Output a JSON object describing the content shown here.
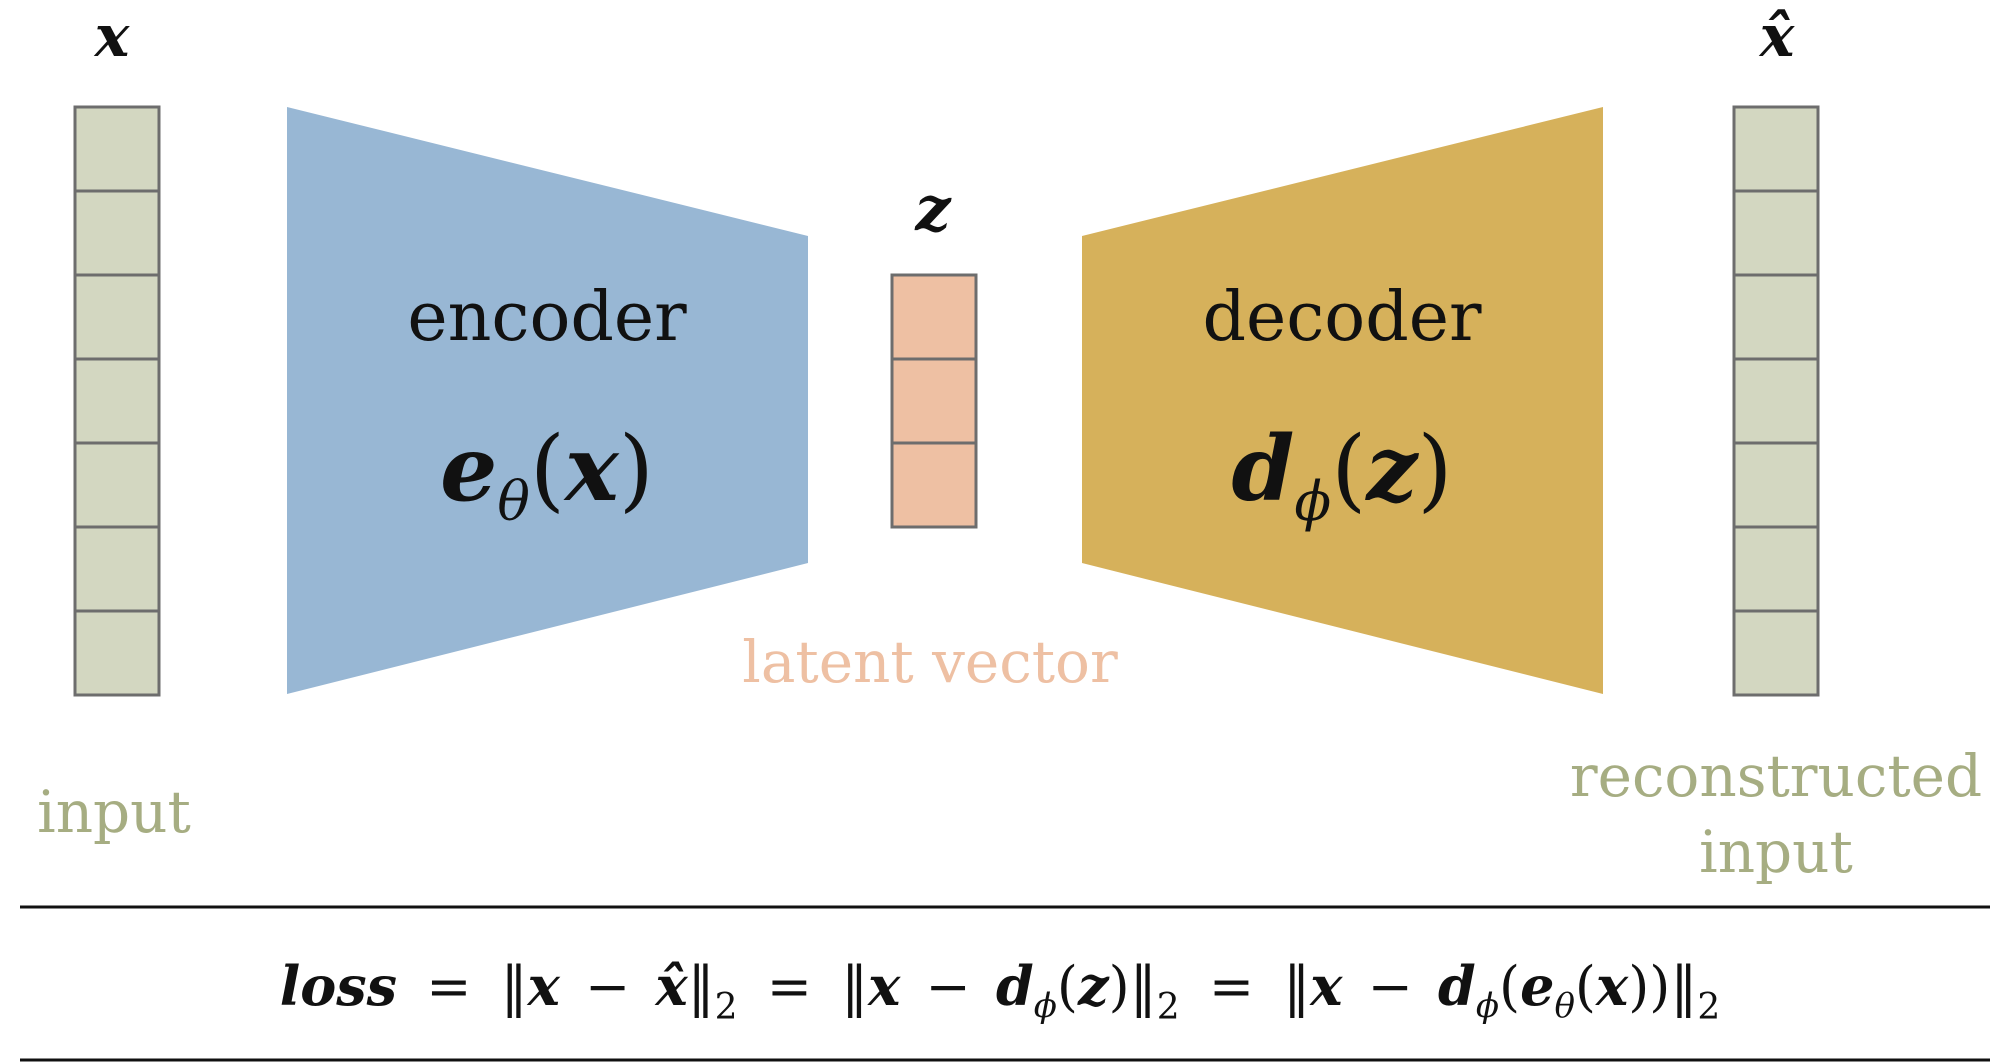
{
  "input": {
    "symbol": "x",
    "label": "input",
    "cells": 7,
    "color": "#d3d7c1"
  },
  "encoder": {
    "name": "encoder",
    "func": "e",
    "sub": "θ",
    "arg": "x",
    "color": "#98b7d4"
  },
  "latent": {
    "symbol": "z",
    "label": "latent vector",
    "cells": 3,
    "color": "#eec0a3"
  },
  "decoder": {
    "name": "decoder",
    "func": "d",
    "sub": "ϕ",
    "arg": "z",
    "color": "#d6b15b"
  },
  "output": {
    "symbol": "x̂",
    "label_line1": "reconstructed",
    "label_line2": "input",
    "cells": 7,
    "color": "#d3d7c1"
  },
  "colors": {
    "stroke": "#6d6d6d",
    "text": "#111111",
    "label_green": "#a6ad82",
    "label_peach": "#eec0a3"
  },
  "loss": {
    "name": "loss",
    "eq": "=",
    "x": "x",
    "xhat": "x̂",
    "minus": "−",
    "d": "d",
    "phi": "ϕ",
    "z": "z",
    "e": "e",
    "theta": "θ",
    "norm": "‖",
    "two": "2",
    "lparen": "(",
    "rparen": ")"
  }
}
